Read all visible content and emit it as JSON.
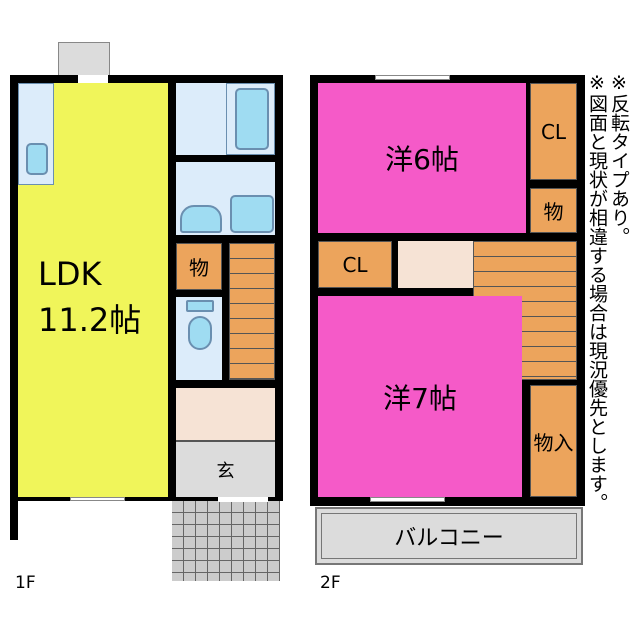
{
  "floor1": {
    "label": "1F",
    "ldk_name": "LDK",
    "ldk_size": "11.2帖",
    "storage": "物",
    "entrance": "玄"
  },
  "floor2": {
    "label": "2F",
    "room1": "洋6帖",
    "room2": "洋7帖",
    "closet1": "CL",
    "closet2": "CL",
    "storage": "物",
    "storage2": "物入",
    "balcony": "バルコニー"
  },
  "notes": [
    "※反転タイプあり。",
    "※図面と現状が相違する場合は現況優先とします。"
  ],
  "colors": {
    "ldk": "#f0f55a",
    "bedroom": "#f55ac8",
    "storage": "#eca45c",
    "wet": "#dcecfa",
    "hall": "#f6e3d5",
    "entrance": "#dcdcdc"
  }
}
